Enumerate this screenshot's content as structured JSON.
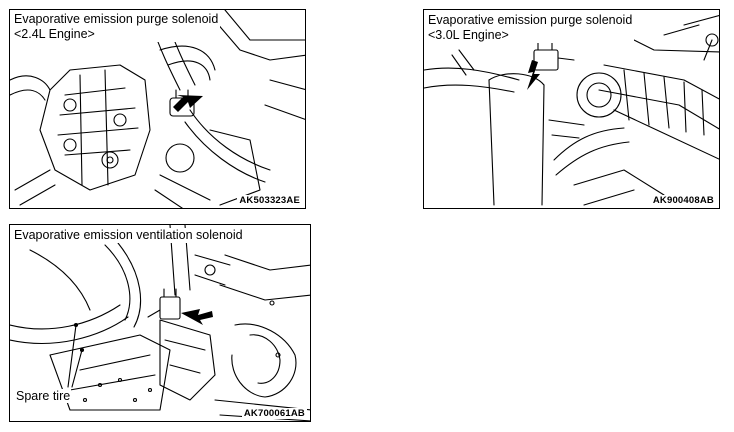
{
  "panels": [
    {
      "caption_line1": "Evaporative emission purge solenoid",
      "caption_line2": "<2.4L Engine>",
      "code": "AK503323AE"
    },
    {
      "caption_line1": "Evaporative emission purge solenoid",
      "caption_line2": "<3.0L Engine>",
      "code": "AK900408AB"
    },
    {
      "caption_line1": "Evaporative emission ventilation solenoid",
      "callout": "Spare tire",
      "code": "AK700061AB"
    }
  ]
}
